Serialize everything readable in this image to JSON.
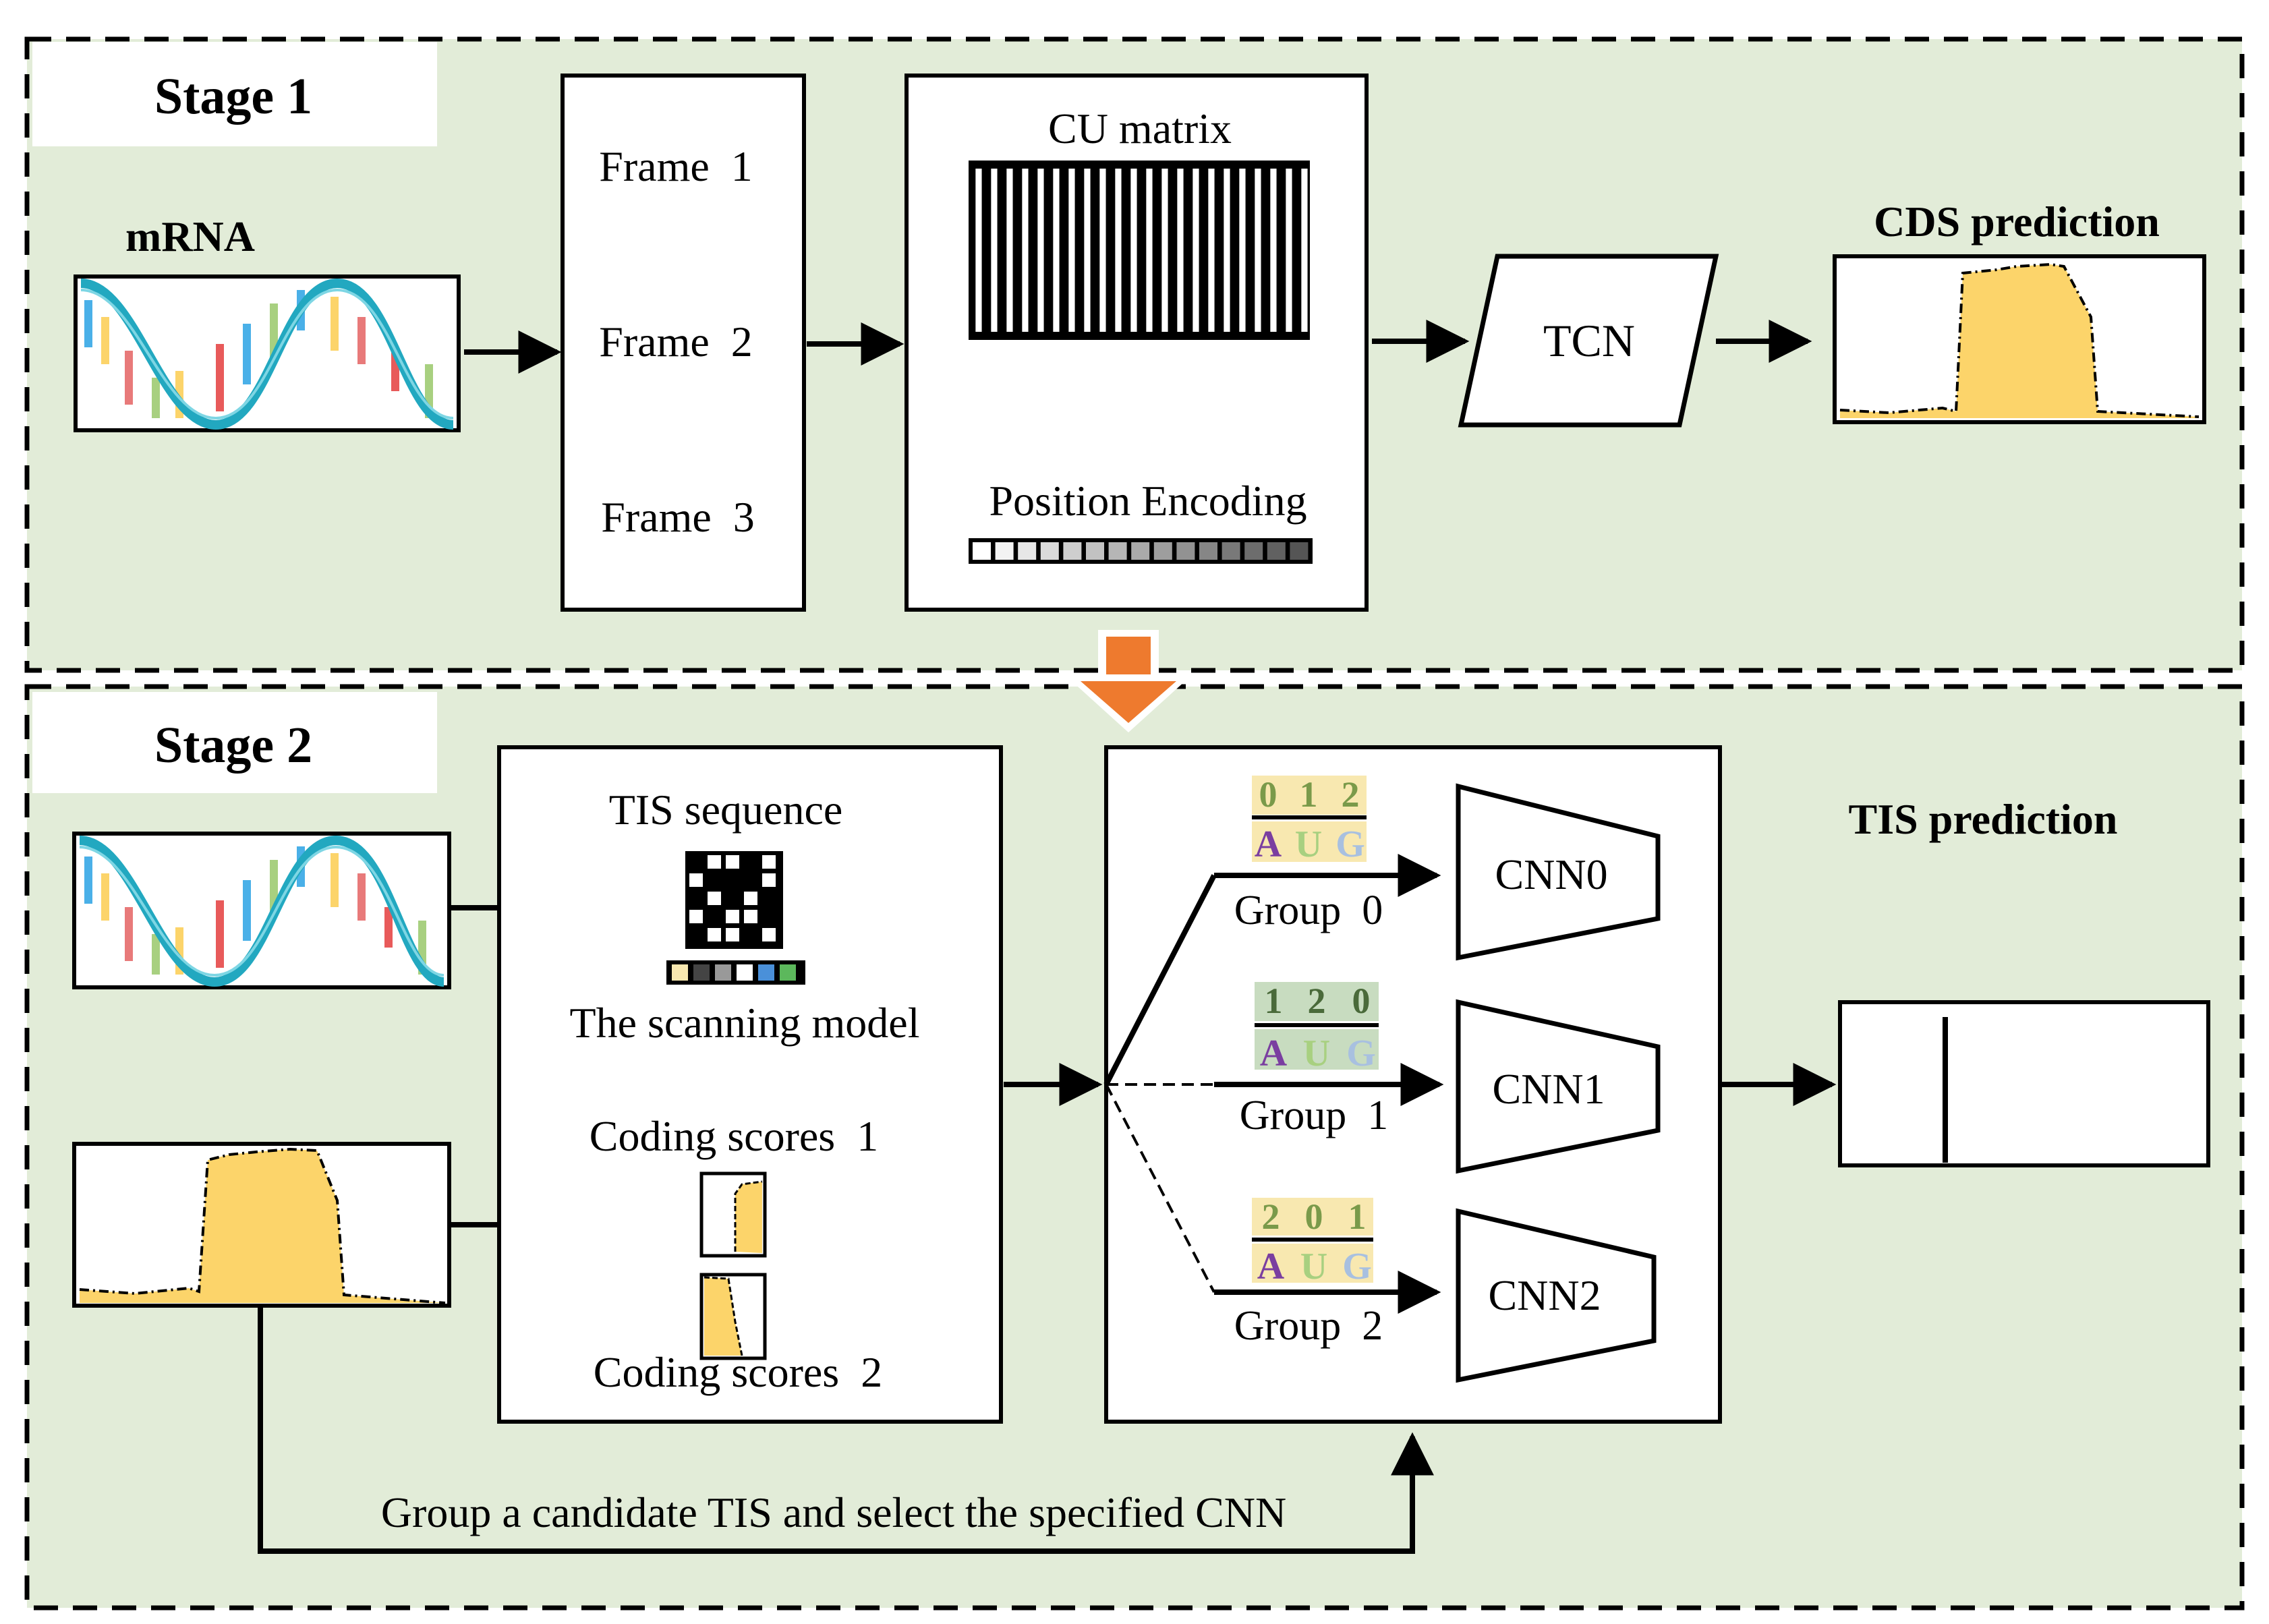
{
  "stage1": {
    "title": "Stage 1",
    "mrna_label": "mRNA",
    "frames": [
      "Frame  1",
      "Frame  2",
      "Frame  3"
    ],
    "cu_matrix_label": "CU matrix",
    "position_encoding_label": "Position Encoding",
    "tcn_label": "TCN",
    "cds_prediction_label": "CDS prediction"
  },
  "stage2": {
    "title": "Stage 2",
    "tis_sequence_label": "TIS sequence",
    "scanning_model_label": "The scanning model",
    "coding_scores_1_label": "Coding scores  1",
    "coding_scores_2_label": "Coding scores  2",
    "groups": [
      {
        "digits": [
          "0",
          "1",
          "2"
        ],
        "codon": [
          "A",
          "U",
          "G"
        ],
        "label": "Group  0",
        "cnn": "CNN0"
      },
      {
        "digits": [
          "1",
          "2",
          "0"
        ],
        "codon": [
          "A",
          "U",
          "G"
        ],
        "label": "Group  1",
        "cnn": "CNN1"
      },
      {
        "digits": [
          "2",
          "0",
          "1"
        ],
        "codon": [
          "A",
          "U",
          "G"
        ],
        "label": "Group  2",
        "cnn": "CNN2"
      }
    ],
    "tis_prediction_label": "TIS prediction",
    "bottom_note": "Group a candidate TIS and select the specified CNN"
  },
  "colors": {
    "panel_bg": "#e2ecd8",
    "cds_fill": "#fcd46a",
    "arrow_orange": "#ee7a2e",
    "nucleotide_A": "#7a3ea0",
    "nucleotide_U": "#a8d080",
    "nucleotide_G": "#a8c0e0",
    "codon_band": "#f8e8b0",
    "wave_teal": "#22a8c0"
  }
}
